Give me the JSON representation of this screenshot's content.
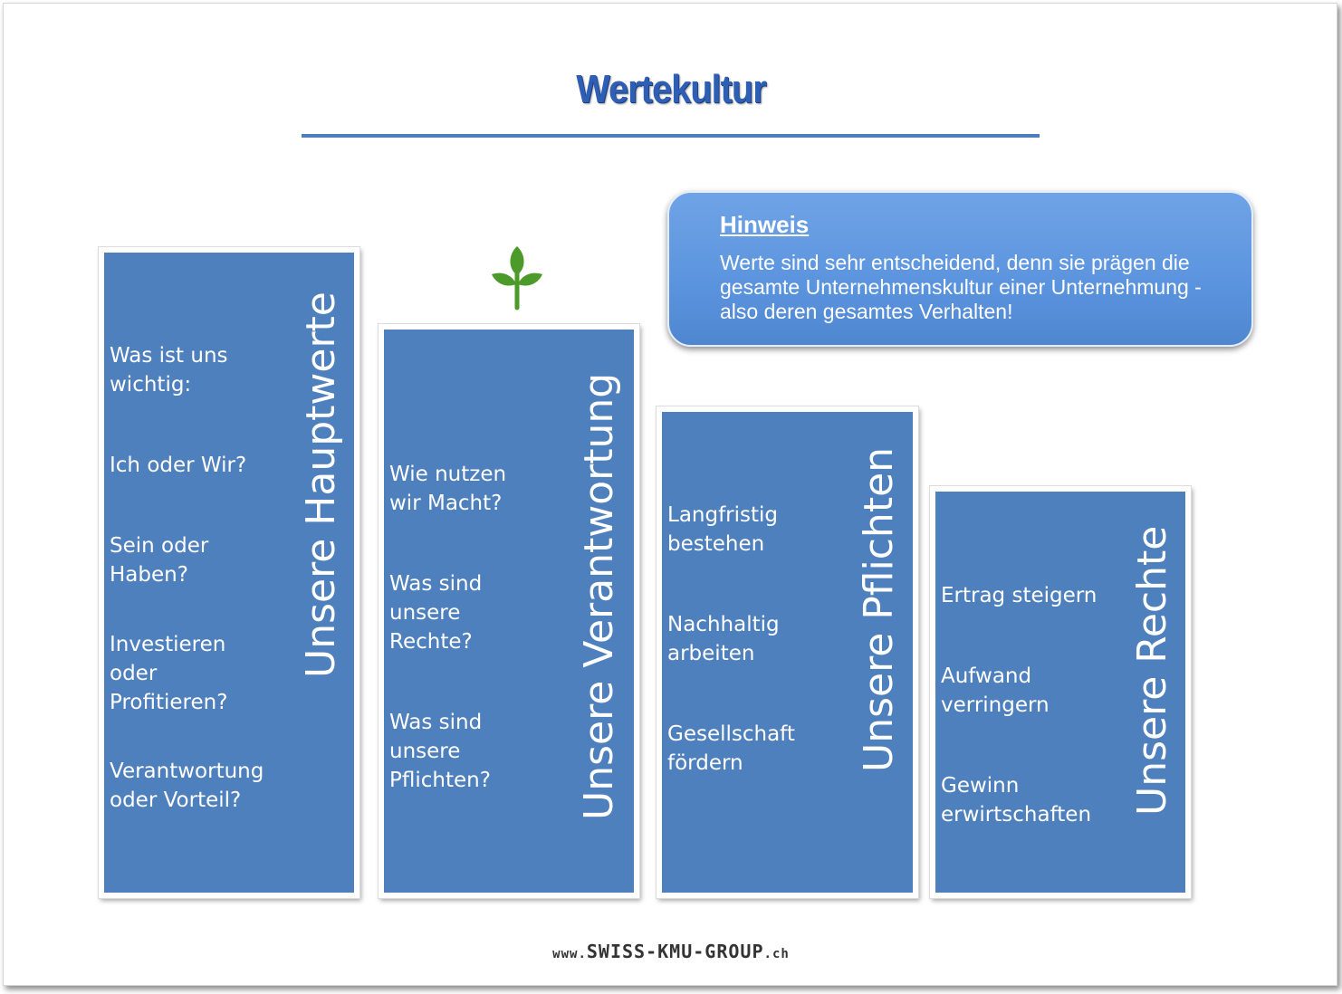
{
  "title": "Wertekultur",
  "note": {
    "heading": "Hinweis",
    "text": "Werte sind sehr entscheidend, denn sie prägen die gesamte Unternehmenskultur einer Unternehmung - also deren gesamtes Verhalten!"
  },
  "columns": [
    {
      "label": "Unsere Hauptwerte",
      "items": [
        "Was ist uns wichtig:",
        "Ich oder Wir?",
        "Sein oder Haben?",
        "Investieren oder Profitieren?",
        "Verantwortung oder Vorteil?"
      ]
    },
    {
      "label": "Unsere Verantwortung",
      "items": [
        "Wie nutzen wir Macht?",
        "Was sind unsere Rechte?",
        "Was sind unsere Pflichten?"
      ]
    },
    {
      "label": "Unsere Pflichten",
      "items": [
        "Langfristig bestehen",
        "Nachhaltig arbeiten",
        "Gesellschaft fördern"
      ]
    },
    {
      "label": "Unsere Rechte",
      "items": [
        "Ertrag steigern",
        "Aufwand verringern",
        "Gewinn erwirtschaften"
      ]
    }
  ],
  "footer": {
    "prefix": "www.",
    "domain": "SWISS-KMU-GROUP",
    "suffix": ".ch"
  },
  "colors": {
    "column_fill": "#4e80bd",
    "title": "#2e5fb5",
    "note_fill": "#5b94de",
    "sprout": "#4c9a2a"
  },
  "icons": {
    "sprout": "sprout-icon"
  }
}
